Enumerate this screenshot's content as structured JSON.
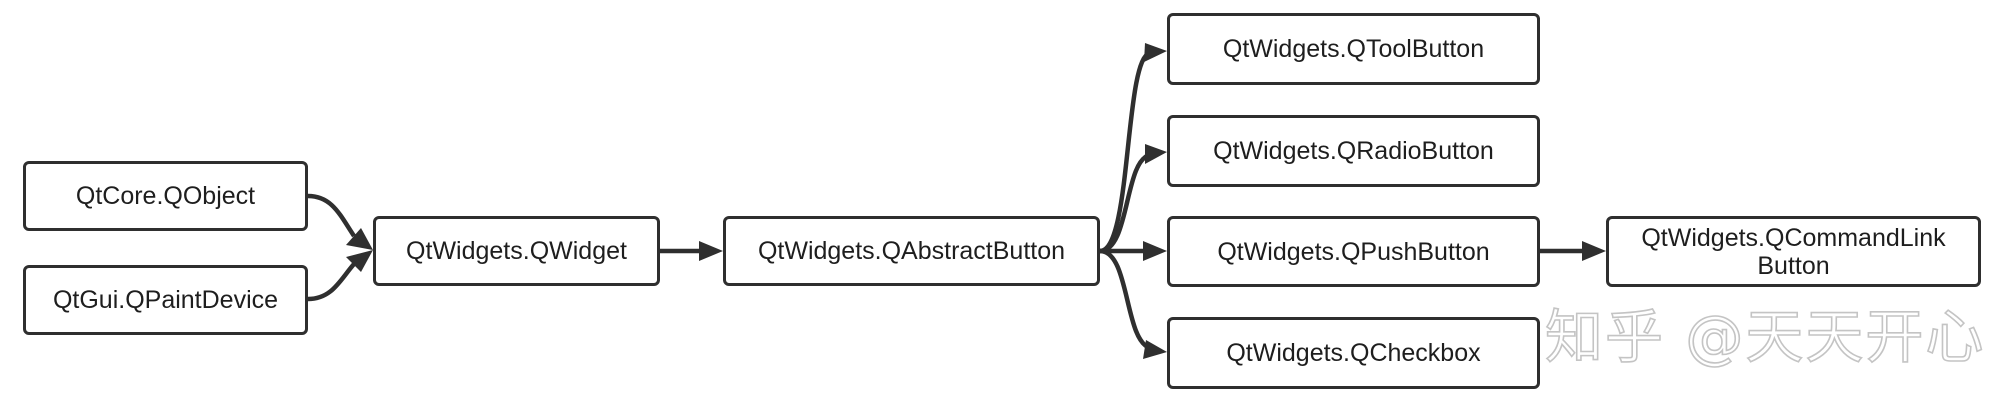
{
  "diagram": {
    "nodes": {
      "qobject": "QtCore.QObject",
      "qpaintdevice": "QtGui.QPaintDevice",
      "qwidget": "QtWidgets.QWidget",
      "qabstractbutton": "QtWidgets.QAbstractButton",
      "qtoolbutton": "QtWidgets.QToolButton",
      "qradiobutton": "QtWidgets.QRadioButton",
      "qpushbutton": "QtWidgets.QPushButton",
      "qcheckbox": "QtWidgets.QCheckbox",
      "qcommandlinkbutton_line1": "QtWidgets.QCommandLink",
      "qcommandlinkbutton_line2": "Button"
    },
    "edges": [
      {
        "from": "qobject",
        "to": "qwidget"
      },
      {
        "from": "qpaintdevice",
        "to": "qwidget"
      },
      {
        "from": "qwidget",
        "to": "qabstractbutton"
      },
      {
        "from": "qabstractbutton",
        "to": "qtoolbutton"
      },
      {
        "from": "qabstractbutton",
        "to": "qradiobutton"
      },
      {
        "from": "qabstractbutton",
        "to": "qpushbutton"
      },
      {
        "from": "qabstractbutton",
        "to": "qcheckbox"
      },
      {
        "from": "qpushbutton",
        "to": "qcommandlinkbutton"
      }
    ],
    "colors": {
      "stroke": "#2f2f2f",
      "text": "#1e1e1e",
      "watermark": "#c4c4c4"
    }
  },
  "watermark": {
    "text": "知乎 @天天开心"
  }
}
